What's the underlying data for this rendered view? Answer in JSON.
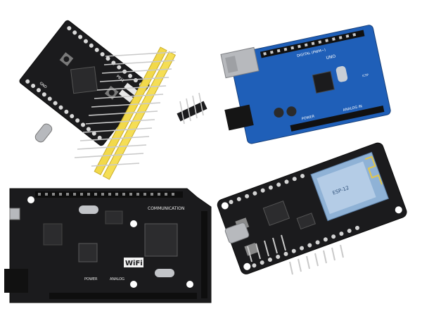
{
  "image": {
    "kind": "product photo collage of four microcontroller development boards",
    "background": "#ffffff"
  },
  "colors": {
    "pcb_black": "#1b1b1d",
    "pcb_blue": "#1f5fb8",
    "header_yellow": "#f2d94a",
    "pin_silver": "#c9c9c9",
    "usb_silver": "#b7b9bd",
    "wifi_module_blue": "#8fb2d6"
  },
  "boards": {
    "stm32_blackpill": {
      "label_top": "PB12",
      "label_mid": "GND"
    },
    "uno": {
      "label_digital": "DIGITAL (PWM~)",
      "label_power": "POWER",
      "label_analog": "ANALOG IN",
      "label_uno": "UNO",
      "label_icsp": "ICSP"
    },
    "mega_wifi": {
      "label_comm": "COMMUNICATION",
      "label_wifi": "WiFi",
      "label_power": "POWER",
      "label_analog": "ANALOG"
    },
    "nodemcu": {
      "label_module": "ESP-12"
    }
  },
  "icons": [
    "usb-c-port-icon",
    "usb-b-port-icon",
    "micro-usb-port-icon",
    "wifi-antenna-icon"
  ]
}
